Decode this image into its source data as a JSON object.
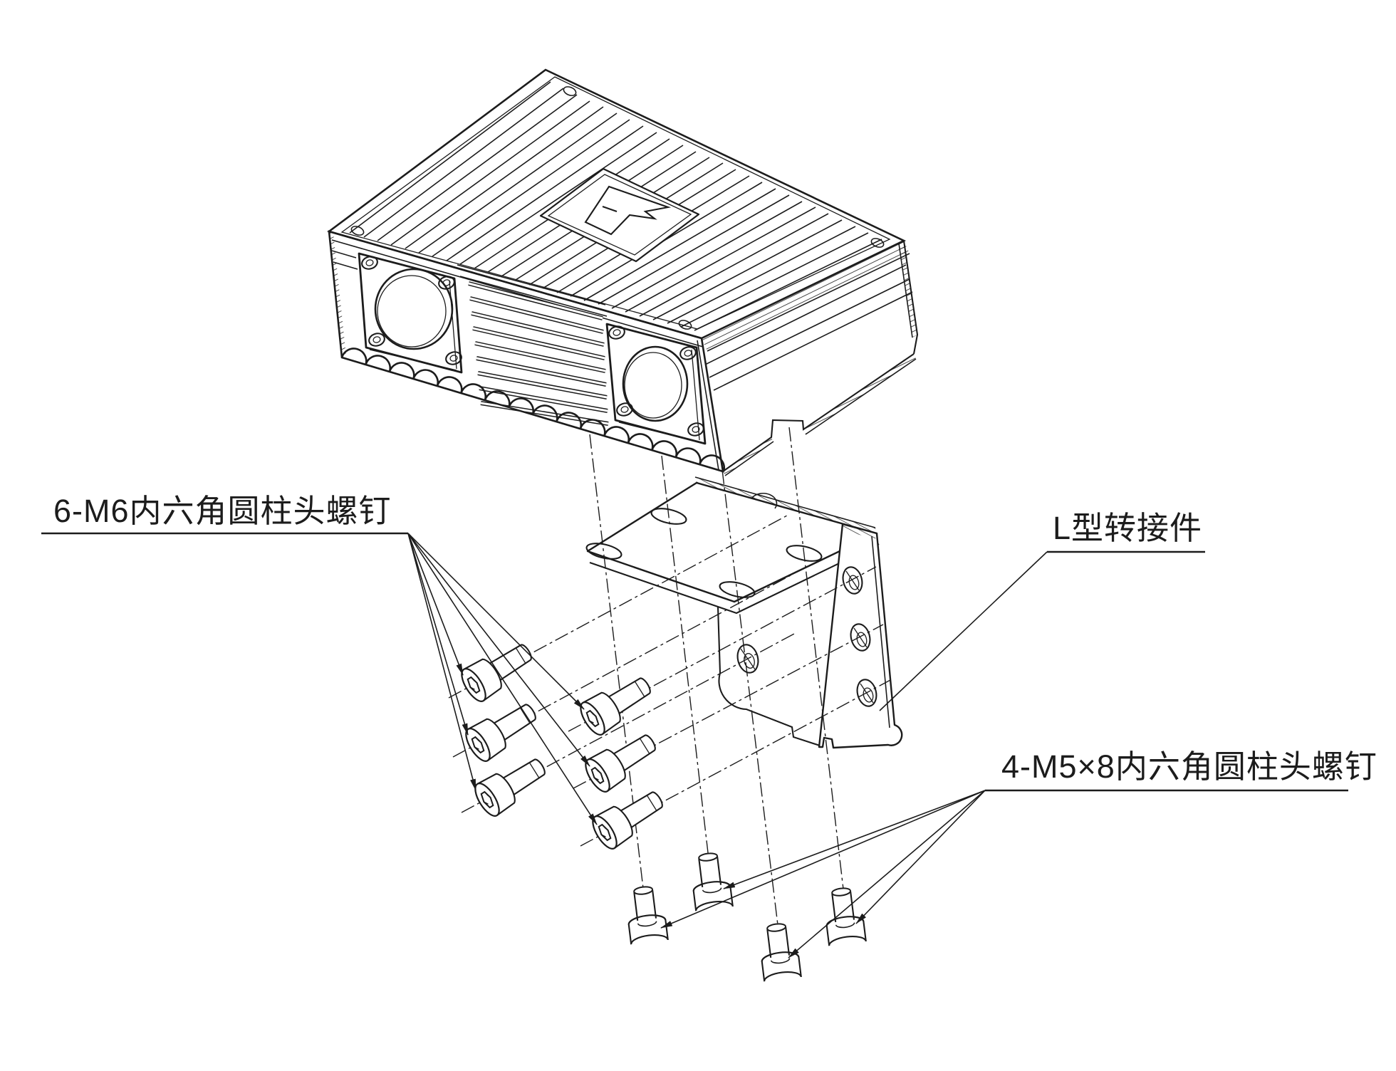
{
  "page": {
    "background": "#ffffff",
    "ink_color": "#1c1c1c",
    "type": "exploded-assembly-drawing"
  },
  "labels": {
    "m6_screws": {
      "text": "6-M6内六角圆柱头螺钉",
      "count": 6
    },
    "l_bracket": {
      "text": "L型转接件"
    },
    "m5_screws": {
      "text": "4-M5×8内六角圆柱头螺钉",
      "count": 4
    }
  }
}
